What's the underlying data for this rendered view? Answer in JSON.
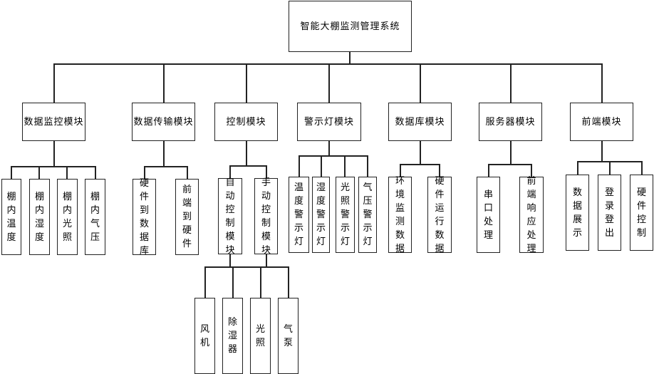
{
  "root": {
    "label": "智能大棚监测管理系统"
  },
  "modules": [
    {
      "id": "data-monitor",
      "label": "数据监控模块",
      "children": [
        {
          "label": "棚内温度"
        },
        {
          "label": "棚内湿度"
        },
        {
          "label": "棚内光照"
        },
        {
          "label": "棚内气压"
        }
      ]
    },
    {
      "id": "data-transfer",
      "label": "数据传输模块",
      "children": [
        {
          "label": "硬件到数据库"
        },
        {
          "label": "前端到硬件"
        }
      ]
    },
    {
      "id": "control",
      "label": "控制模块",
      "children": [
        {
          "label": "自动控制模块"
        },
        {
          "label": "手动控制模块"
        }
      ],
      "actuators": [
        {
          "label": "风机"
        },
        {
          "label": "除湿器"
        },
        {
          "label": "光照"
        },
        {
          "label": "气泵"
        }
      ]
    },
    {
      "id": "warning-light",
      "label": "警示灯模块",
      "children": [
        {
          "label": "温度警示灯"
        },
        {
          "label": "湿度警示灯"
        },
        {
          "label": "光照警示灯"
        },
        {
          "label": "气压警示灯"
        }
      ]
    },
    {
      "id": "database",
      "label": "数据库模块",
      "children": [
        {
          "label": "环境监测数据"
        },
        {
          "label": "硬件运行数据"
        }
      ]
    },
    {
      "id": "server",
      "label": "服务器模块",
      "children": [
        {
          "label": "串口处理"
        },
        {
          "label": "前端响应处理"
        }
      ]
    },
    {
      "id": "frontend",
      "label": "前端模块",
      "children": [
        {
          "label": "数据展示"
        },
        {
          "label": "登录登出"
        },
        {
          "label": "硬件控制"
        }
      ]
    }
  ]
}
